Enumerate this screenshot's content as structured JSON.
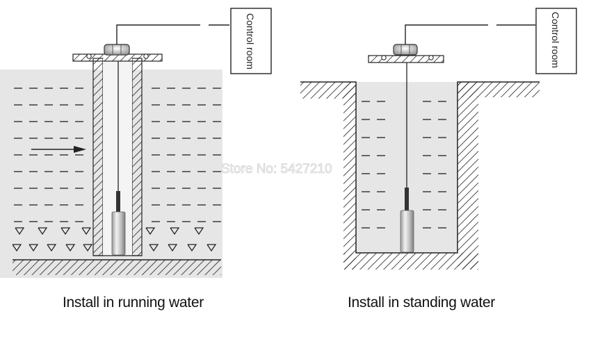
{
  "left_panel": {
    "control_room_label": "Control room",
    "caption": "Install in running water"
  },
  "right_panel": {
    "control_room_label": "Control room",
    "caption": "Install in standing water"
  },
  "watermark": "Store No: 5427210",
  "colors": {
    "water_background": "#e6e6e6",
    "line": "#222222",
    "watermark_fill": "#ffffff"
  }
}
